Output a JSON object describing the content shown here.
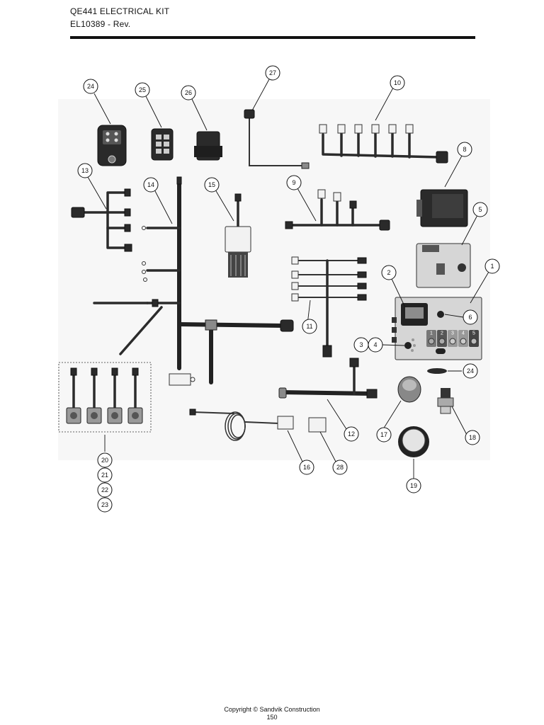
{
  "header": {
    "title": "QE441 ELECTRICAL KIT",
    "subtitle": "EL10389 - Rev."
  },
  "callouts": [
    {
      "id": "c1",
      "label": "1"
    },
    {
      "id": "c2",
      "label": "2"
    },
    {
      "id": "c3",
      "label": "3"
    },
    {
      "id": "c4",
      "label": "4"
    },
    {
      "id": "c5",
      "label": "5"
    },
    {
      "id": "c6",
      "label": "6"
    },
    {
      "id": "c8",
      "label": "8"
    },
    {
      "id": "c9",
      "label": "9"
    },
    {
      "id": "c10",
      "label": "10"
    },
    {
      "id": "c11",
      "label": "11"
    },
    {
      "id": "c12",
      "label": "12"
    },
    {
      "id": "c13",
      "label": "13"
    },
    {
      "id": "c14",
      "label": "14"
    },
    {
      "id": "c15",
      "label": "15"
    },
    {
      "id": "c16",
      "label": "16"
    },
    {
      "id": "c17",
      "label": "17"
    },
    {
      "id": "c18",
      "label": "18"
    },
    {
      "id": "c19",
      "label": "19"
    },
    {
      "id": "c20",
      "label": "20"
    },
    {
      "id": "c21",
      "label": "21"
    },
    {
      "id": "c22",
      "label": "22"
    },
    {
      "id": "c23",
      "label": "23"
    },
    {
      "id": "c24a",
      "label": "24"
    },
    {
      "id": "c24b",
      "label": "24"
    },
    {
      "id": "c25",
      "label": "25"
    },
    {
      "id": "c26",
      "label": "26"
    },
    {
      "id": "c27",
      "label": "27"
    },
    {
      "id": "c28",
      "label": "28"
    }
  ],
  "control_box_buttons": [
    "1",
    "2",
    "3",
    "4",
    "5"
  ],
  "footer": {
    "copyright": "Copyright © Sandvik Construction",
    "page": "150"
  }
}
